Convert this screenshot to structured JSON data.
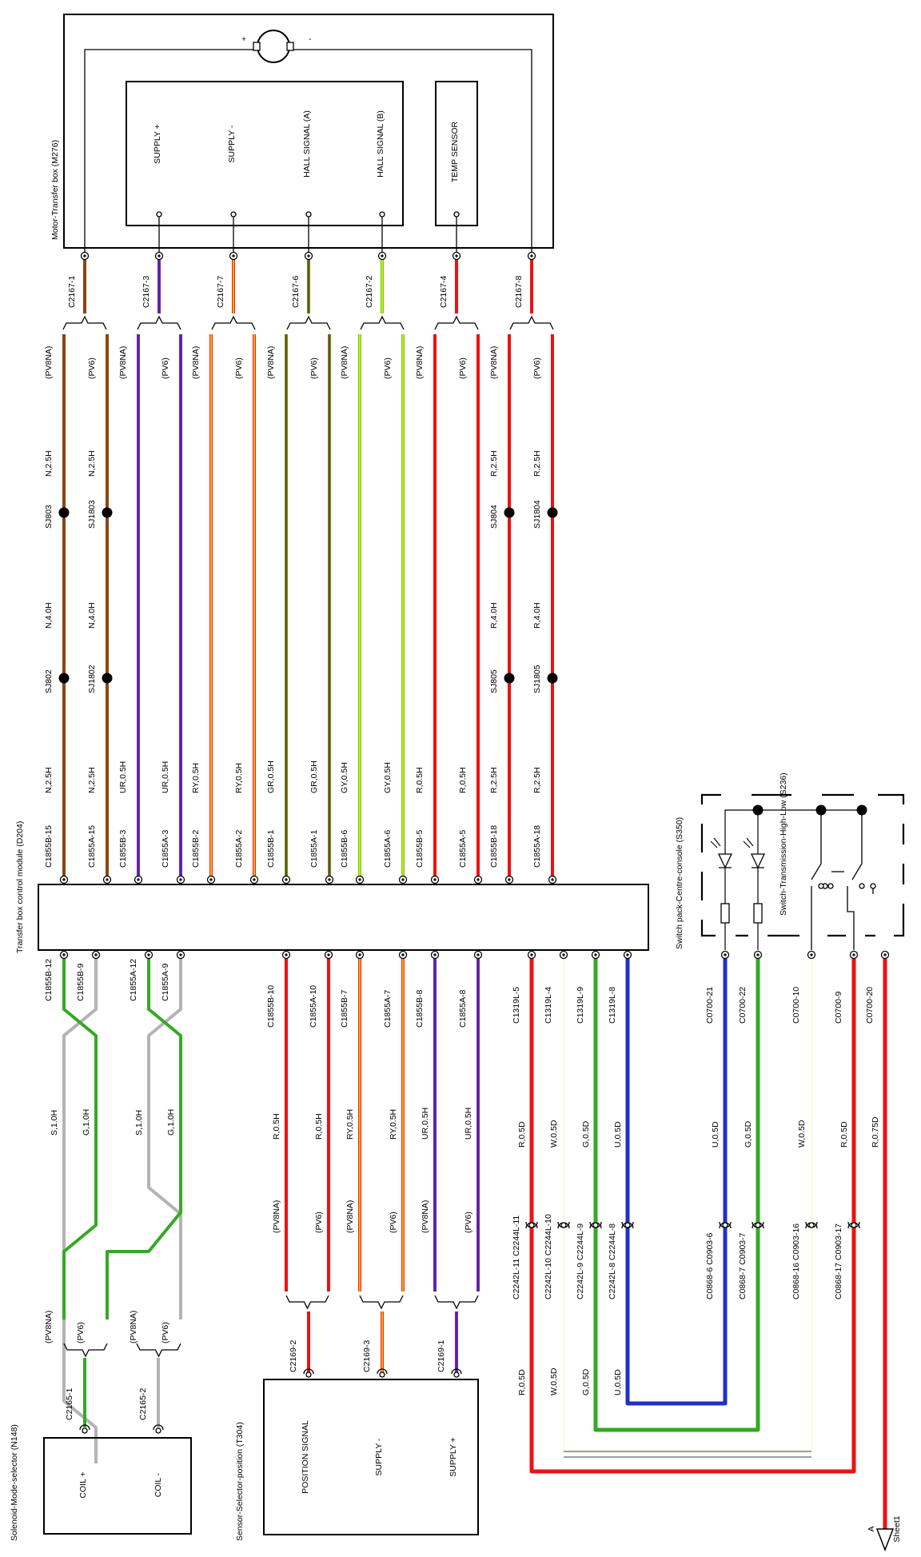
{
  "components": {
    "motor": {
      "title": "Motor-Transfer box (M276)",
      "pins": [
        "SUPPLY +",
        "SUPPLY -",
        "HALL SIGNAL (A)",
        "HALL SIGNAL (B)"
      ],
      "temp": "TEMP SENSOR",
      "plus": "+",
      "minus": "-"
    },
    "module": {
      "title": "Transfer box control module (D204)"
    },
    "switchpack": {
      "title": "Switch pack-Centre-console (S350)",
      "switch_label": "Switch-Transmission-High-Low (S236)"
    },
    "solenoid": {
      "title": "Solenoid-Mode-selector (N148)",
      "pins": [
        "COIL +",
        "COIL -"
      ]
    },
    "sensor": {
      "title": "Sensor-Selector-position (T304)",
      "pins": [
        "POSITION SIGNAL",
        "SUPPLY -",
        "SUPPLY +"
      ]
    },
    "offpage": {
      "letter": "A",
      "sheet": "Sheet1"
    }
  },
  "motor_connectors": [
    "C2167-1",
    "C2167-3",
    "C2167-7",
    "C2167-6",
    "C2167-2",
    "C2167-4",
    "C2167-8"
  ],
  "top_wires": [
    {
      "variant": "(PV8NA)",
      "module_conn": "C1855B-15",
      "module_spec": "N,2.5H",
      "splices": [
        {
          "label": "SJ802",
          "spec": "N,4.0H"
        },
        {
          "label": "SJ803",
          "spec": "N,2.5H"
        }
      ],
      "color": "#8B4513",
      "stripe": "#8B4513"
    },
    {
      "variant": "(PV6)",
      "module_conn": "C1855A-15",
      "module_spec": "N,2.5H",
      "splices": [
        {
          "label": "SJ1802",
          "spec": "N,4.0H"
        },
        {
          "label": "SJ1803",
          "spec": "N,2.5H"
        }
      ],
      "color": "#8B4513",
      "stripe": "#8B4513"
    },
    {
      "variant": "(PV8NA)",
      "module_conn": "C1855B-3",
      "module_spec": "UR,0.5H",
      "splices": [],
      "color": "#8e1f8e",
      "stripe": "#2233cc"
    },
    {
      "variant": "(PV6)",
      "module_conn": "C1855A-3",
      "module_spec": "UR,0.5H",
      "splices": [],
      "color": "#8e1f8e",
      "stripe": "#2233cc"
    },
    {
      "variant": "(PV8NA)",
      "module_conn": "C1855B-2",
      "module_spec": "RY,0.5H",
      "splices": [],
      "color": "#ee2222",
      "stripe": "#ffe000"
    },
    {
      "variant": "(PV6)",
      "module_conn": "C1855A-2",
      "module_spec": "RY,0.5H",
      "splices": [],
      "color": "#ee2222",
      "stripe": "#ffe000"
    },
    {
      "variant": "(PV8NA)",
      "module_conn": "C1855B-1",
      "module_spec": "GR,0.5H",
      "splices": [],
      "color": "#33aa22",
      "stripe": "#cc1111"
    },
    {
      "variant": "(PV6)",
      "module_conn": "C1855A-1",
      "module_spec": "GR,0.5H",
      "splices": [],
      "color": "#33aa22",
      "stripe": "#cc1111"
    },
    {
      "variant": "(PV8NA)",
      "module_conn": "C1855B-6",
      "module_spec": "GY,0.5H",
      "splices": [],
      "color": "#66cc22",
      "stripe": "#f2f200"
    },
    {
      "variant": "(PV6)",
      "module_conn": "C1855A-6",
      "module_spec": "GY,0.5H",
      "splices": [],
      "color": "#66cc22",
      "stripe": "#f2f200"
    },
    {
      "variant": "(PV8NA)",
      "module_conn": "C1855B-5",
      "module_spec": "R,0.5H",
      "splices": [],
      "color": "#ee1111",
      "stripe": "#ee1111"
    },
    {
      "variant": "(PV6)",
      "module_conn": "C1855A-5",
      "module_spec": "R,0.5H",
      "splices": [],
      "color": "#ee1111",
      "stripe": "#ee1111"
    },
    {
      "variant": "(PV8NA)",
      "module_conn": "C1855B-18",
      "module_spec": "R,2.5H",
      "splices": [
        {
          "label": "SJ805",
          "spec": "R,4.0H"
        },
        {
          "label": "SJ804",
          "spec": "R,2.5H"
        }
      ],
      "color": "#ee1111",
      "stripe": "#ee1111"
    },
    {
      "variant": "(PV6)",
      "module_conn": "C1855A-18",
      "module_spec": "R,2.5H",
      "splices": [
        {
          "label": "SJ1805",
          "spec": "R,4.0H"
        },
        {
          "label": "SJ1804",
          "spec": "R,2.5H"
        }
      ],
      "color": "#ee1111",
      "stripe": "#ee1111"
    }
  ],
  "solenoid_wires": [
    {
      "conn": "C1855B-12",
      "spec": "S,1.0H",
      "variant": "(PV8NA)"
    },
    {
      "conn": "C1855B-9",
      "spec": "G,1.0H",
      "variant": "(PV6)"
    },
    {
      "conn": "C1855A-12",
      "spec": "S,1.0H",
      "variant": "(PV8NA)"
    },
    {
      "conn": "C1855A-9",
      "spec": "G,1.0H",
      "variant": "(PV6)"
    }
  ],
  "solenoid_connectors": [
    "C2165-1",
    "C2165-2"
  ],
  "sensor_wires": [
    {
      "conn": "C1855B-10",
      "spec": "R,0.5H",
      "variant": "(PV8NA)"
    },
    {
      "conn": "C1855A-10",
      "spec": "R,0.5H",
      "variant": "(PV6)"
    },
    {
      "conn": "C1855B-7",
      "spec": "RY,0.5H",
      "variant": "(PV8NA)"
    },
    {
      "conn": "C1855A-7",
      "spec": "RY,0.5H",
      "variant": "(PV6)"
    },
    {
      "conn": "C1855B-8",
      "spec": "UR,0.5H",
      "variant": "(PV8NA)"
    },
    {
      "conn": "C1855A-8",
      "spec": "UR,0.5H",
      "variant": "(PV6)"
    }
  ],
  "sensor_connectors": [
    "C2169-2",
    "C2169-3",
    "C2169-1"
  ],
  "switch_wires": [
    {
      "conn": "C1319L-5",
      "spec": "R,0.5D",
      "inline": "C2242L-11 C2244L-11",
      "spec2": "R,0.5D"
    },
    {
      "conn": "C1319L-4",
      "spec": "W,0.5D",
      "inline": "C2242L-10 C2244L-10",
      "spec2": "W,0.5D"
    },
    {
      "conn": "C1319L-9",
      "spec": "G,0.5D",
      "inline": "C2242L-9 C2244L-9",
      "spec2": "G,0.5D"
    },
    {
      "conn": "C1319L-8",
      "spec": "U,0.5D",
      "inline": "C2242L-8 C2244L-8",
      "spec2": "U,0.5D"
    },
    {
      "conn": "C0700-21",
      "spec": "U,0.5D",
      "inline": "C0868-6 C0903-6"
    },
    {
      "conn": "C0700-22",
      "spec": "G,0.5D",
      "inline": "C0868-7 C0903-7"
    },
    {
      "conn": "C0700-10",
      "spec": "W,0.5D",
      "inline": "C0868-16 C0903-16"
    },
    {
      "conn": "C0700-9",
      "spec": "R,0.5D",
      "inline": "C0868-17 C0903-17"
    },
    {
      "conn": "C0700-20",
      "spec": "R,0.75D"
    }
  ]
}
